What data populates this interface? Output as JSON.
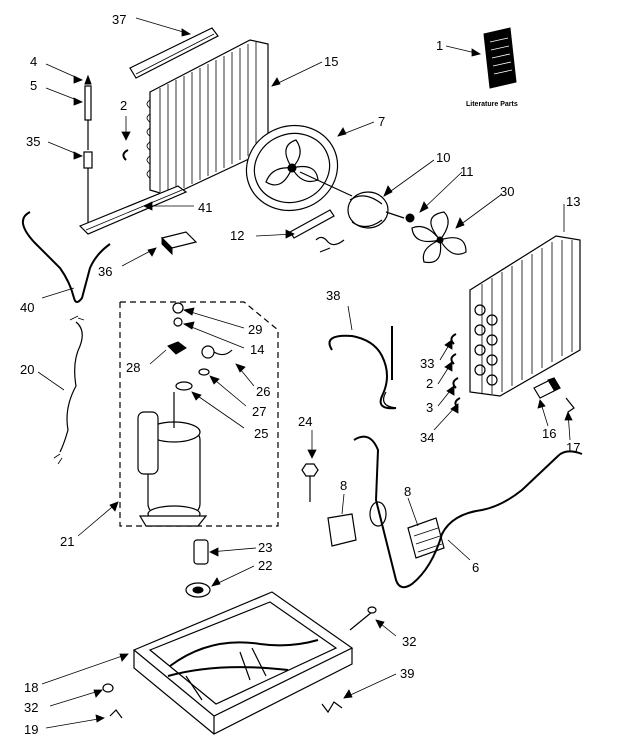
{
  "literature_label": "Literature Parts",
  "callouts": [
    {
      "id": "c37a",
      "text": "37"
    },
    {
      "id": "c15",
      "text": "15"
    },
    {
      "id": "c4",
      "text": "4"
    },
    {
      "id": "c5",
      "text": "5"
    },
    {
      "id": "c2a",
      "text": "2"
    },
    {
      "id": "c35",
      "text": "35"
    },
    {
      "id": "c41",
      "text": "41"
    },
    {
      "id": "c1",
      "text": "1"
    },
    {
      "id": "c7",
      "text": "7"
    },
    {
      "id": "c10",
      "text": "10"
    },
    {
      "id": "c11",
      "text": "11"
    },
    {
      "id": "c30",
      "text": "30"
    },
    {
      "id": "c13",
      "text": "13"
    },
    {
      "id": "c12",
      "text": "12"
    },
    {
      "id": "c36",
      "text": "36"
    },
    {
      "id": "c40",
      "text": "40"
    },
    {
      "id": "c29",
      "text": "29"
    },
    {
      "id": "c14",
      "text": "14"
    },
    {
      "id": "c28",
      "text": "28"
    },
    {
      "id": "c26",
      "text": "26"
    },
    {
      "id": "c27",
      "text": "27"
    },
    {
      "id": "c25",
      "text": "25"
    },
    {
      "id": "c38",
      "text": "38"
    },
    {
      "id": "c33",
      "text": "33"
    },
    {
      "id": "c2b",
      "text": "2"
    },
    {
      "id": "c3",
      "text": "3"
    },
    {
      "id": "c34",
      "text": "34"
    },
    {
      "id": "c16",
      "text": "16"
    },
    {
      "id": "c17",
      "text": "17"
    },
    {
      "id": "c20",
      "text": "20"
    },
    {
      "id": "c24",
      "text": "24"
    },
    {
      "id": "c8a",
      "text": "8"
    },
    {
      "id": "c8b",
      "text": "8"
    },
    {
      "id": "c6",
      "text": "6"
    },
    {
      "id": "c21",
      "text": "21"
    },
    {
      "id": "c23",
      "text": "23"
    },
    {
      "id": "c22",
      "text": "22"
    },
    {
      "id": "c32a",
      "text": "32"
    },
    {
      "id": "c18",
      "text": "18"
    },
    {
      "id": "c32b",
      "text": "32"
    },
    {
      "id": "c39",
      "text": "39"
    },
    {
      "id": "c19",
      "text": "19"
    }
  ]
}
